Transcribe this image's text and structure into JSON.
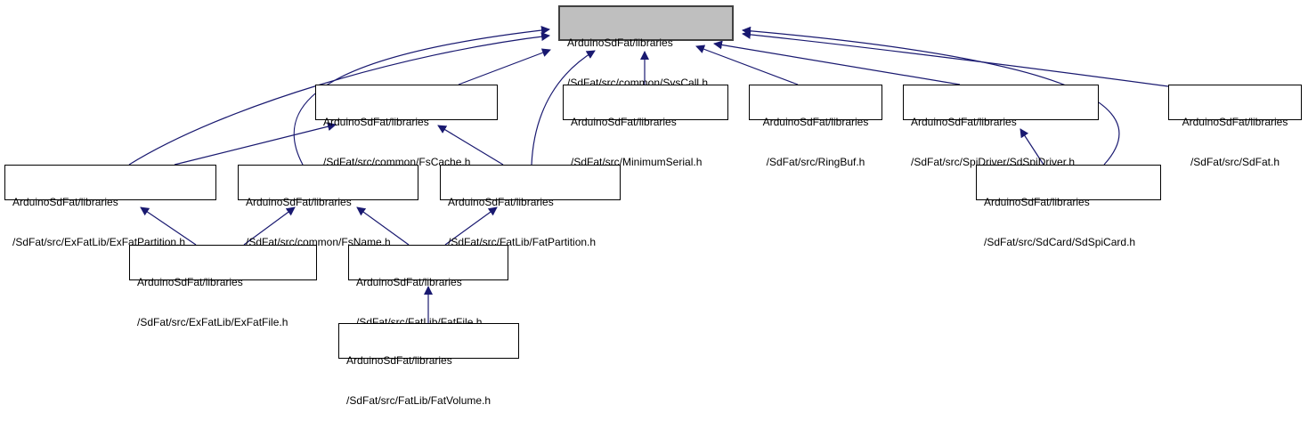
{
  "diagram": {
    "type": "include-dependency-graph",
    "edge_color": "#191970",
    "root_fill": "#bfbfbf",
    "nodes": [
      {
        "id": "syscall",
        "line1": "ArduinoSdFat/libraries",
        "line2": "/SdFat/src/common/SysCall.h",
        "root": true
      },
      {
        "id": "fscache",
        "line1": "ArduinoSdFat/libraries",
        "line2": "/SdFat/src/common/FsCache.h"
      },
      {
        "id": "minimumserial",
        "line1": "ArduinoSdFat/libraries",
        "line2": "/SdFat/src/MinimumSerial.h"
      },
      {
        "id": "ringbuf",
        "line1": "ArduinoSdFat/libraries",
        "line2": "/SdFat/src/RingBuf.h"
      },
      {
        "id": "sdspidriver",
        "line1": "ArduinoSdFat/libraries",
        "line2": "/SdFat/src/SpiDriver/SdSpiDriver.h"
      },
      {
        "id": "sdfat",
        "line1": "ArduinoSdFat/libraries",
        "line2": "/SdFat/src/SdFat.h"
      },
      {
        "id": "exfatpartition",
        "line1": "ArduinoSdFat/libraries",
        "line2": "/SdFat/src/ExFatLib/ExFatPartition.h"
      },
      {
        "id": "fsname",
        "line1": "ArduinoSdFat/libraries",
        "line2": "/SdFat/src/common/FsName.h"
      },
      {
        "id": "fatpartition",
        "line1": "ArduinoSdFat/libraries",
        "line2": "/SdFat/src/FatLib/FatPartition.h"
      },
      {
        "id": "sdspicard",
        "line1": "ArduinoSdFat/libraries",
        "line2": "/SdFat/src/SdCard/SdSpiCard.h"
      },
      {
        "id": "exfatfile",
        "line1": "ArduinoSdFat/libraries",
        "line2": "/SdFat/src/ExFatLib/ExFatFile.h"
      },
      {
        "id": "fatfile",
        "line1": "ArduinoSdFat/libraries",
        "line2": "/SdFat/src/FatLib/FatFile.h"
      },
      {
        "id": "fatvolume",
        "line1": "ArduinoSdFat/libraries",
        "line2": "/SdFat/src/FatLib/FatVolume.h"
      }
    ],
    "edges": [
      {
        "from": "fscache",
        "to": "syscall"
      },
      {
        "from": "minimumserial",
        "to": "syscall"
      },
      {
        "from": "ringbuf",
        "to": "syscall"
      },
      {
        "from": "sdspidriver",
        "to": "syscall"
      },
      {
        "from": "sdfat",
        "to": "syscall"
      },
      {
        "from": "exfatpartition",
        "to": "syscall"
      },
      {
        "from": "fsname",
        "to": "syscall"
      },
      {
        "from": "fatpartition",
        "to": "syscall"
      },
      {
        "from": "sdspicard",
        "to": "syscall"
      },
      {
        "from": "exfatpartition",
        "to": "fscache"
      },
      {
        "from": "fatpartition",
        "to": "fscache"
      },
      {
        "from": "sdspicard",
        "to": "sdspidriver"
      },
      {
        "from": "exfatfile",
        "to": "exfatpartition"
      },
      {
        "from": "exfatfile",
        "to": "fsname"
      },
      {
        "from": "fatfile",
        "to": "fsname"
      },
      {
        "from": "fatfile",
        "to": "fatpartition"
      },
      {
        "from": "fatvolume",
        "to": "fatfile"
      }
    ]
  }
}
